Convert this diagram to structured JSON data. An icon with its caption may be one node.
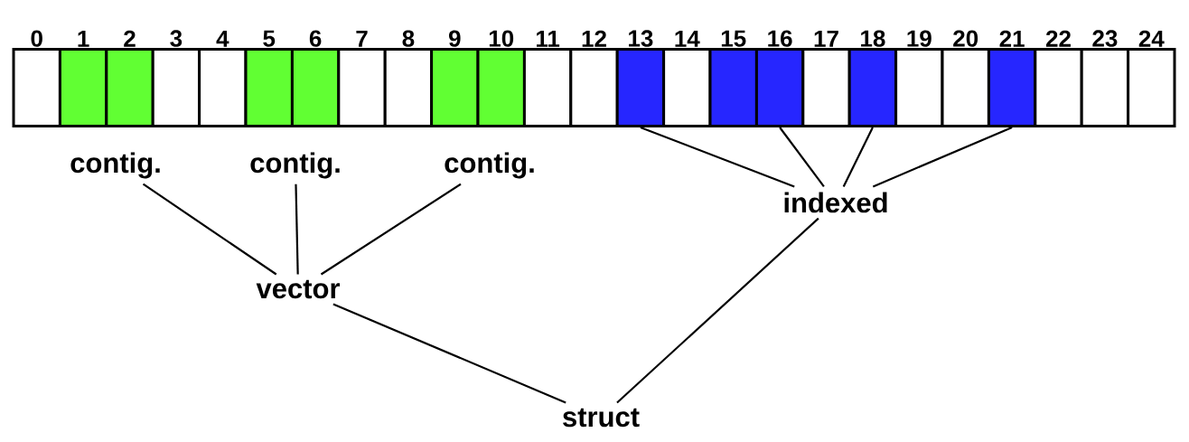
{
  "diagram": {
    "nodes": [
      {
        "text": [
          "0"
        ]
      },
      {
        "text": [
          "1"
        ]
      },
      {
        "text": [
          "2"
        ]
      },
      {
        "text": [
          "3"
        ]
      },
      {
        "text": [
          "4"
        ]
      },
      {
        "text": [
          "5"
        ]
      },
      {
        "text": [
          "6"
        ]
      },
      {
        "text": [
          "7"
        ]
      },
      {
        "text": [
          "8"
        ]
      },
      {
        "text": [
          "9"
        ]
      },
      {
        "text": [
          "10"
        ]
      },
      {
        "text": [
          "11"
        ]
      },
      {
        "text": [
          "12"
        ]
      },
      {
        "text": [
          "13"
        ]
      },
      {
        "text": [
          "14"
        ]
      },
      {
        "text": [
          "15"
        ]
      },
      {
        "text": [
          "16"
        ]
      },
      {
        "text": [
          "17"
        ]
      },
      {
        "text": [
          "18"
        ]
      },
      {
        "text": [
          "19"
        ]
      },
      {
        "text": [
          "20"
        ]
      },
      {
        "text": [
          "21"
        ]
      },
      {
        "text": [
          "22"
        ]
      },
      {
        "text": [
          "23"
        ]
      },
      {
        "text": [
          "24"
        ]
      },
      {
        "text": [
          "contig."
        ]
      },
      {
        "text": [
          "contig."
        ]
      },
      {
        "text": [
          "contig."
        ]
      },
      {
        "text": [
          "indexed"
        ]
      },
      {
        "text": [
          "vector"
        ]
      },
      {
        "text": [
          "struct"
        ]
      }
    ],
    "edges": [
      {
        "from": 25,
        "to": 29,
        "arrow": "none"
      },
      {
        "from": 26,
        "to": 29,
        "arrow": "none"
      },
      {
        "from": 27,
        "to": 29,
        "arrow": "none"
      },
      {
        "from": 13,
        "to": 28,
        "arrow": "none"
      },
      {
        "from": 16,
        "to": 28,
        "arrow": "none"
      },
      {
        "from": 18,
        "to": 28,
        "arrow": "none"
      },
      {
        "from": 21,
        "to": 28,
        "arrow": "none"
      },
      {
        "from": 29,
        "to": 30,
        "arrow": "none"
      },
      {
        "from": 28,
        "to": 30,
        "arrow": "none"
      }
    ]
  }
}
